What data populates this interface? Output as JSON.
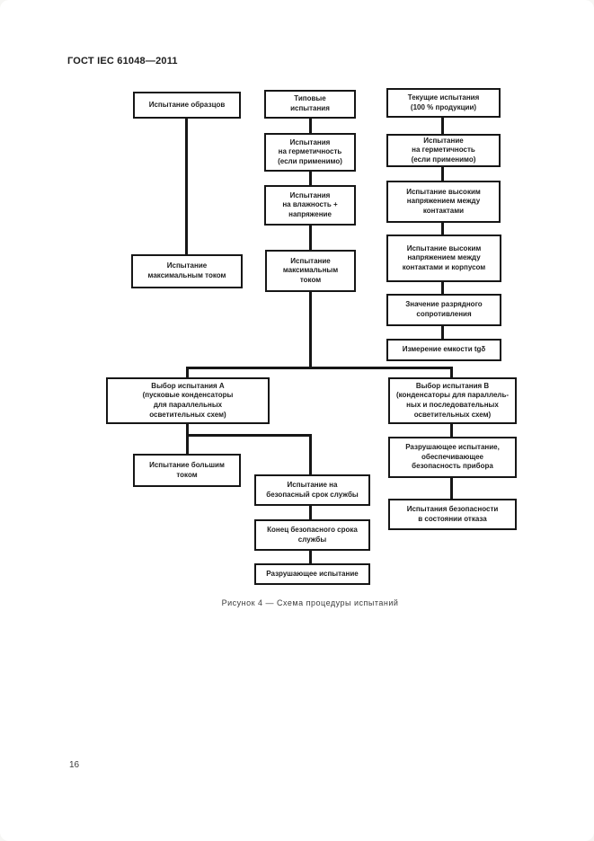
{
  "document": {
    "header": "ГОСТ IEC 61048—2011",
    "caption": "Рисунок  4 — Схема процедуры испытаний",
    "page_number": "16"
  },
  "flowchart": {
    "nodes": [
      {
        "id": "sample-test",
        "label": "Испытание образцов"
      },
      {
        "id": "type-tests",
        "label": "Типовые\nиспытания"
      },
      {
        "id": "routine-tests",
        "label": "Текущие испытания\n(100 % продукции)"
      },
      {
        "id": "seal-test-type",
        "label": "Испытания\nна герметичность\n(если применимо)"
      },
      {
        "id": "seal-test-routine",
        "label": "Испытание\nна герметичность\n(если применимо)"
      },
      {
        "id": "humidity-voltage-test",
        "label": "Испытания\nна влажность +\nнапряжение"
      },
      {
        "id": "hv-between-contacts",
        "label": "Испытание высоким\nнапряжением между\nконтактами"
      },
      {
        "id": "max-current-samples",
        "label": "Испытание\nмаксимальным током"
      },
      {
        "id": "max-current-type",
        "label": "Испытание\nмаксимальным\nтоком"
      },
      {
        "id": "hv-contacts-case",
        "label": "Испытание высоким\nнапряжением между\nконтактами и корпусом"
      },
      {
        "id": "discharge-resistance",
        "label": "Значение разрядного\nсопротивления"
      },
      {
        "id": "capacitance-tg-delta",
        "label": "Измерение емкости tgδ"
      },
      {
        "id": "choice-a",
        "label": "Выбор испытания A\n(пусковые конденсаторы\nдля параллельных\nосветительных схем)"
      },
      {
        "id": "choice-b",
        "label": "Выбор испытания B\n(конденсаторы для параллель-\nных и последовательных\nосветительных схем)"
      },
      {
        "id": "high-current-test",
        "label": "Испытание большим\nтоком"
      },
      {
        "id": "safe-life-test",
        "label": "Испытание на\nбезопасный срок службы"
      },
      {
        "id": "destructive-safety-test",
        "label": "Разрушающее испытание,\nобеспечивающее\nбезопасность прибора"
      },
      {
        "id": "end-of-safe-life",
        "label": "Конец безопасного срока\nслужбы"
      },
      {
        "id": "failure-state-safety-test",
        "label": "Испытания безопасности\nв состоянии отказа"
      },
      {
        "id": "destructive-test",
        "label": "Разрушающее испытание"
      }
    ]
  }
}
